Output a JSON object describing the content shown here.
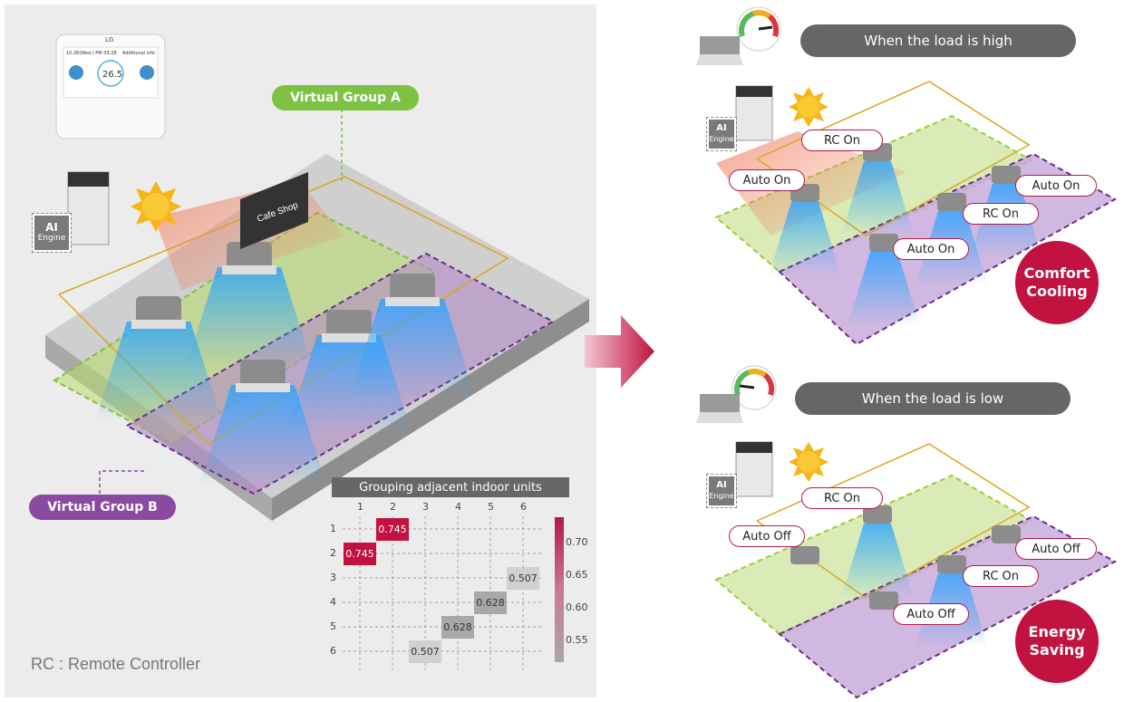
{
  "left": {
    "virtual_group_a": "Virtual Group A",
    "virtual_group_b": "Virtual Group B",
    "rc_note": "RC : Remote Controller",
    "ai_label": "AI",
    "engine_label": "Engine",
    "remote": {
      "brand": "LG",
      "temperature": "26.5",
      "status_text": "10.26(Wed.)   PM 03:28",
      "additional": "Additional info"
    },
    "cafe_sign": "Cafe Shop"
  },
  "heatmap": {
    "title": "Grouping adjacent indoor units",
    "labels": [
      "1",
      "2",
      "3",
      "4",
      "5",
      "6"
    ],
    "cells": [
      {
        "row": 1,
        "col": 2,
        "value": "0.745",
        "color": "#c11240"
      },
      {
        "row": 2,
        "col": 1,
        "value": "0.745",
        "color": "#c11240"
      },
      {
        "row": 3,
        "col": 6,
        "value": "0.507",
        "color": "#d0d0d0"
      },
      {
        "row": 4,
        "col": 5,
        "value": "0.628",
        "color": "#a8a8a8"
      },
      {
        "row": 5,
        "col": 4,
        "value": "0.628",
        "color": "#a8a8a8"
      },
      {
        "row": 6,
        "col": 3,
        "value": "0.507",
        "color": "#d0d0d0"
      }
    ],
    "colorbar_ticks": [
      "0.70",
      "0.65",
      "0.60",
      "0.55"
    ]
  },
  "high": {
    "title": "When the load is high",
    "ai_label": "AI",
    "engine_label": "Engine",
    "tags": [
      "RC On",
      "Auto On",
      "Auto On",
      "RC On",
      "Auto On"
    ],
    "badge_line1": "Comfort",
    "badge_line2": "Cooling"
  },
  "low": {
    "title": "When the load is low",
    "ai_label": "AI",
    "engine_label": "Engine",
    "tags": [
      "RC On",
      "Auto Off",
      "Auto Off",
      "RC On",
      "Auto Off"
    ],
    "badge_line1": "Energy",
    "badge_line2": "Saving"
  },
  "colors": {
    "group_a": "#7dc242",
    "group_b": "#8a4aa0",
    "accent": "#c11240",
    "panel_bg": "#ececec"
  }
}
